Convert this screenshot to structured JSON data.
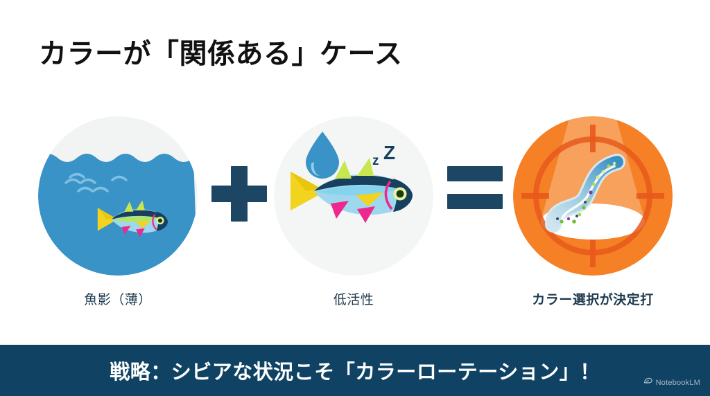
{
  "slide": {
    "title": "カラーが「関係ある」ケース",
    "background_color": "#ffffff"
  },
  "equation": {
    "operators": {
      "plus": "+",
      "equals": "="
    },
    "items": [
      {
        "id": "fish-shadow-thin",
        "caption": "魚影（薄）",
        "bold": false,
        "icon": "ocean-fish-icon",
        "colors": {
          "water": "#3a93c6",
          "sky": "#f2f3f3"
        }
      },
      {
        "id": "low-activity",
        "caption": "低活性",
        "bold": false,
        "icon": "sleeping-fish-icon",
        "colors": {
          "background": "#f4f5f5",
          "droplet": "#3a93c6",
          "zzz": "#16405e"
        }
      },
      {
        "id": "color-choice-decisive",
        "caption": "カラー選択が決定打",
        "bold": true,
        "icon": "target-worm-icon",
        "colors": {
          "target": "#f58025",
          "ring": "#e85d1f",
          "spotlight": "#f79d5c"
        }
      }
    ]
  },
  "banner": {
    "text": "戦略：シビアな状況こそ「カラーローテーション」！",
    "background_color": "#0f4263",
    "text_color": "#ffffff"
  },
  "watermark": {
    "label": "NotebookLM",
    "icon": "notebooklm-icon"
  }
}
